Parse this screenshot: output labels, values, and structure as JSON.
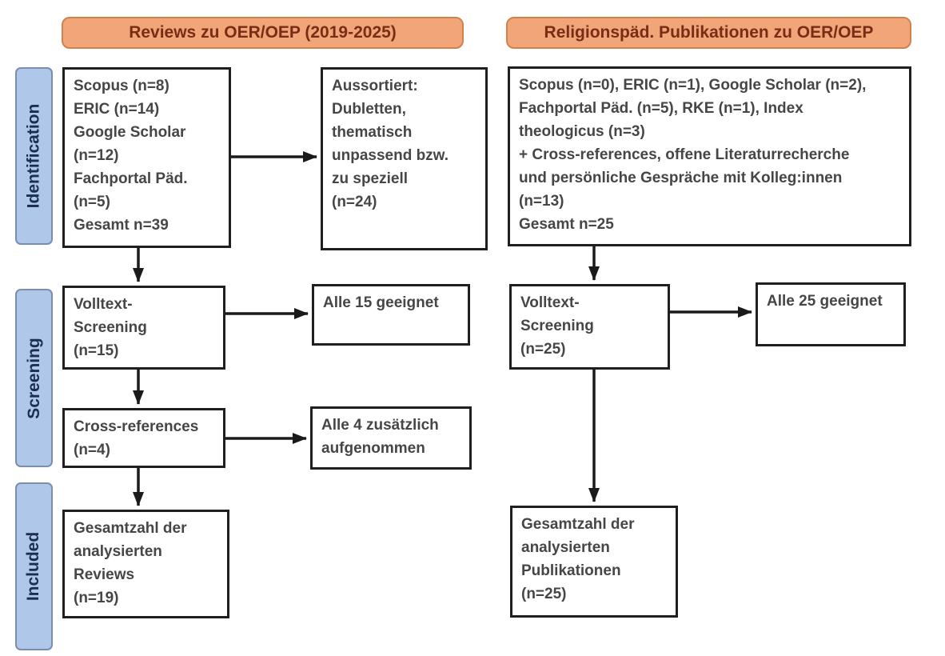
{
  "title_row": {
    "left": "Reviews zu OER/OEP (2019-2025)",
    "right": "Religionspäd. Publikationen zu OER/OEP"
  },
  "stages": {
    "identification": "Identification",
    "screening": "Screening",
    "included": "Included"
  },
  "left_column": {
    "sources": "Scopus (n=8)\nERIC (n=14)\nGoogle Scholar\n(n=12)\nFachportal Päd.\n(n=5)\nGesamt n=39",
    "excluded": "Aussortiert:\nDubletten,\nthematisch\nunpassend bzw.\nzu speziell\n(n=24)",
    "fulltext": "Volltext-\nScreening\n(n=15)",
    "fulltext_result": "Alle 15 geeignet",
    "crossrefs": "Cross-references\n(n=4)",
    "crossrefs_result": "Alle 4 zusätzlich\naufgenommen",
    "total": "Gesamtzahl der\nanalysierten\nReviews\n(n=19)"
  },
  "right_column": {
    "sources": "Scopus (n=0), ERIC (n=1), Google Scholar (n=2),\nFachportal Päd. (n=5), RKE (n=1), Index\ntheologicus (n=3)\n+ Cross-references, offene Literaturrecherche\nund persönliche Gespräche mit Kolleg:innen\n(n=13)\nGesamt n=25",
    "fulltext": "Volltext-\nScreening\n(n=25)",
    "fulltext_result": "Alle 25 geeignet",
    "total": "Gesamtzahl der\nanalysierten\nPublikationen\n(n=25)"
  },
  "colors": {
    "header_fill": "#F2A578",
    "header_border": "#D0824E",
    "header_text": "#7A2D15",
    "stage_fill": "#AFC8EA",
    "stage_border": "#7B8EAE",
    "stage_text": "#1B2D52",
    "box_border": "#1F1F1F",
    "box_text": "#464646",
    "arrow": "#1A1A1A"
  }
}
